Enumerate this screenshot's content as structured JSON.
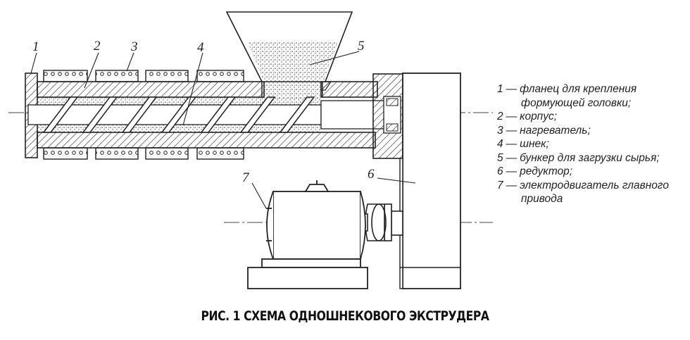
{
  "callouts": [
    {
      "id": "1",
      "text": "1"
    },
    {
      "id": "2",
      "text": "2"
    },
    {
      "id": "3",
      "text": "3"
    },
    {
      "id": "4",
      "text": "4"
    },
    {
      "id": "5",
      "text": "5"
    },
    {
      "id": "6",
      "text": "6"
    },
    {
      "id": "7",
      "text": "7"
    }
  ],
  "legend": [
    {
      "num": "1",
      "dash": "—",
      "text": "фланец для крепления",
      "cont": "формующей головки;"
    },
    {
      "num": "2",
      "dash": "—",
      "text": "корпус;"
    },
    {
      "num": "3",
      "dash": "—",
      "text": "нагреватель;"
    },
    {
      "num": "4",
      "dash": "—",
      "text": "шнек;"
    },
    {
      "num": "5",
      "dash": "—",
      "text": "бункер для загрузки сырья;"
    },
    {
      "num": "6",
      "dash": "—",
      "text": "редуктор;"
    },
    {
      "num": "7",
      "dash": "—",
      "text": "электродвигатель главного",
      "cont": "привода"
    }
  ],
  "caption": "РИС. 1 СХЕМА ОДНОШНЕКОВОГО ЭКСТРУДЕРА"
}
